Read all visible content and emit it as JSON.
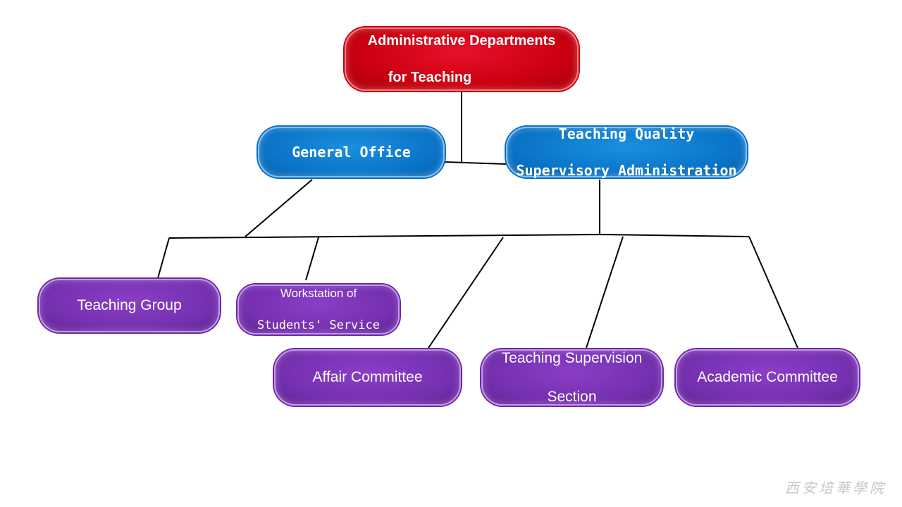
{
  "nodes": {
    "root": {
      "lines": [
        "Administrative Departments",
        "for Teaching"
      ]
    },
    "general_office": {
      "lines": [
        "General Office"
      ]
    },
    "tqsa": {
      "lines": [
        "Teaching Quality",
        "Supervisory Administration"
      ]
    },
    "teaching_group": {
      "lines": [
        "Teaching Group"
      ]
    },
    "workstation": {
      "lines": [
        "Workstation of",
        "Students' Service"
      ]
    },
    "affair_committee": {
      "lines": [
        "Affair Committee"
      ]
    },
    "supervision_section": {
      "lines": [
        "Teaching Supervision",
        "Section"
      ]
    },
    "academic_committee": {
      "lines": [
        "Academic Committee"
      ]
    }
  },
  "watermark": "西安培華學院",
  "colors": {
    "root": "#cc0010",
    "level2": "#0a74c8",
    "level3": "#7530b0",
    "connector": "#000000"
  }
}
